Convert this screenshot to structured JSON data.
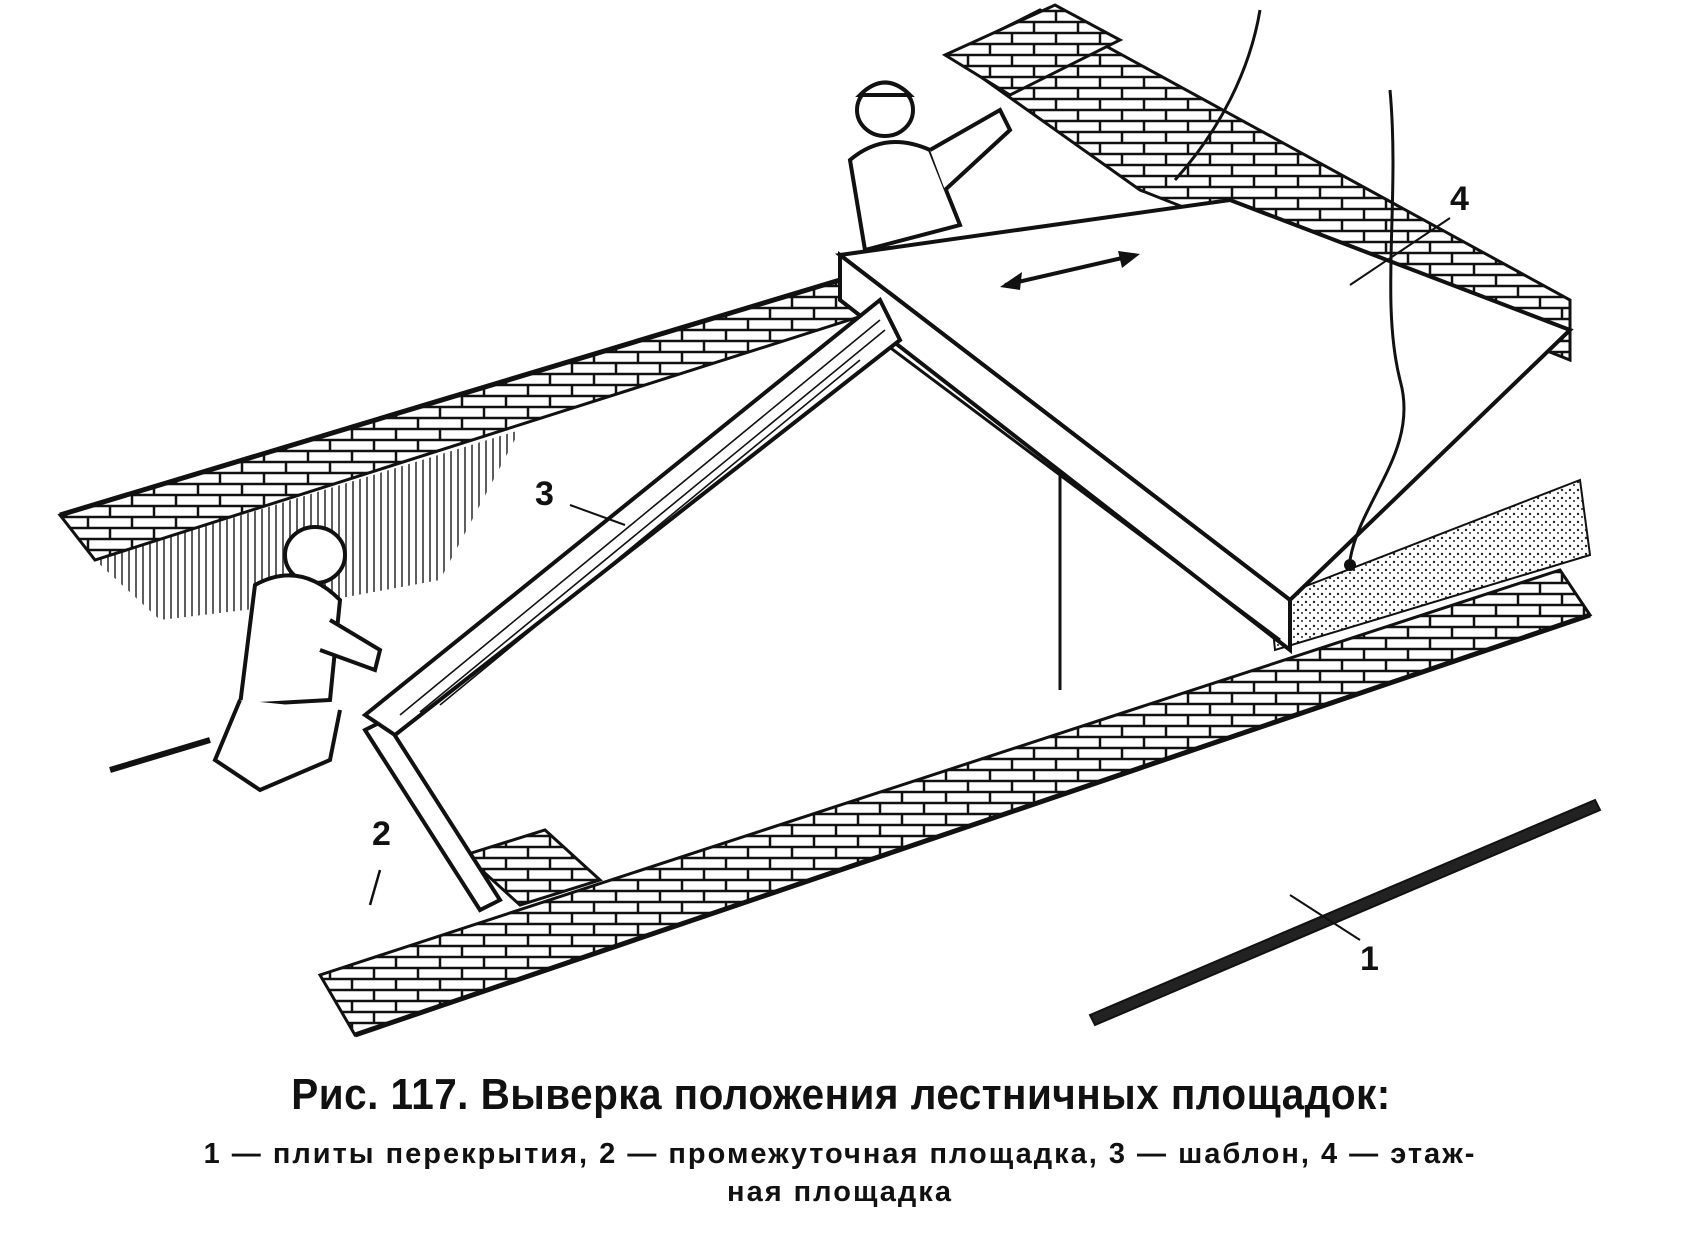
{
  "figure": {
    "caption_title": "Рис. 117. Выверка положения лестничных площадок:",
    "caption_legend_line1": "1 — плиты перекрытия, 2 — промежуточная площадка, 3 — шаблон, 4 — этаж-",
    "caption_legend_line2": "ная площадка",
    "callouts": {
      "label_1": "1",
      "label_2": "2",
      "label_3": "3",
      "label_4": "4"
    }
  }
}
